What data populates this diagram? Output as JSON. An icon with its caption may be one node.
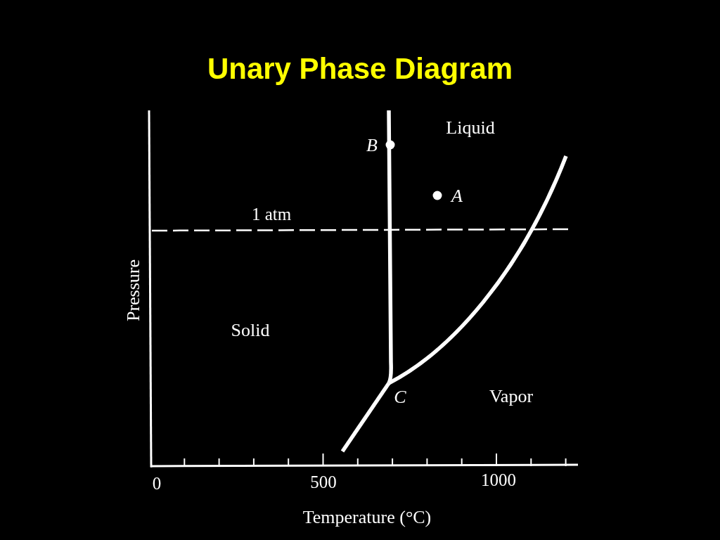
{
  "diagram": {
    "title": "Unary Phase Diagram",
    "labels": [
      "Liquid",
      "B",
      "A",
      "1 atm",
      "Pressure",
      "Solid",
      "C",
      "Vapor",
      "0",
      "500",
      "1000",
      "Temperature (°C)"
    ]
  }
}
